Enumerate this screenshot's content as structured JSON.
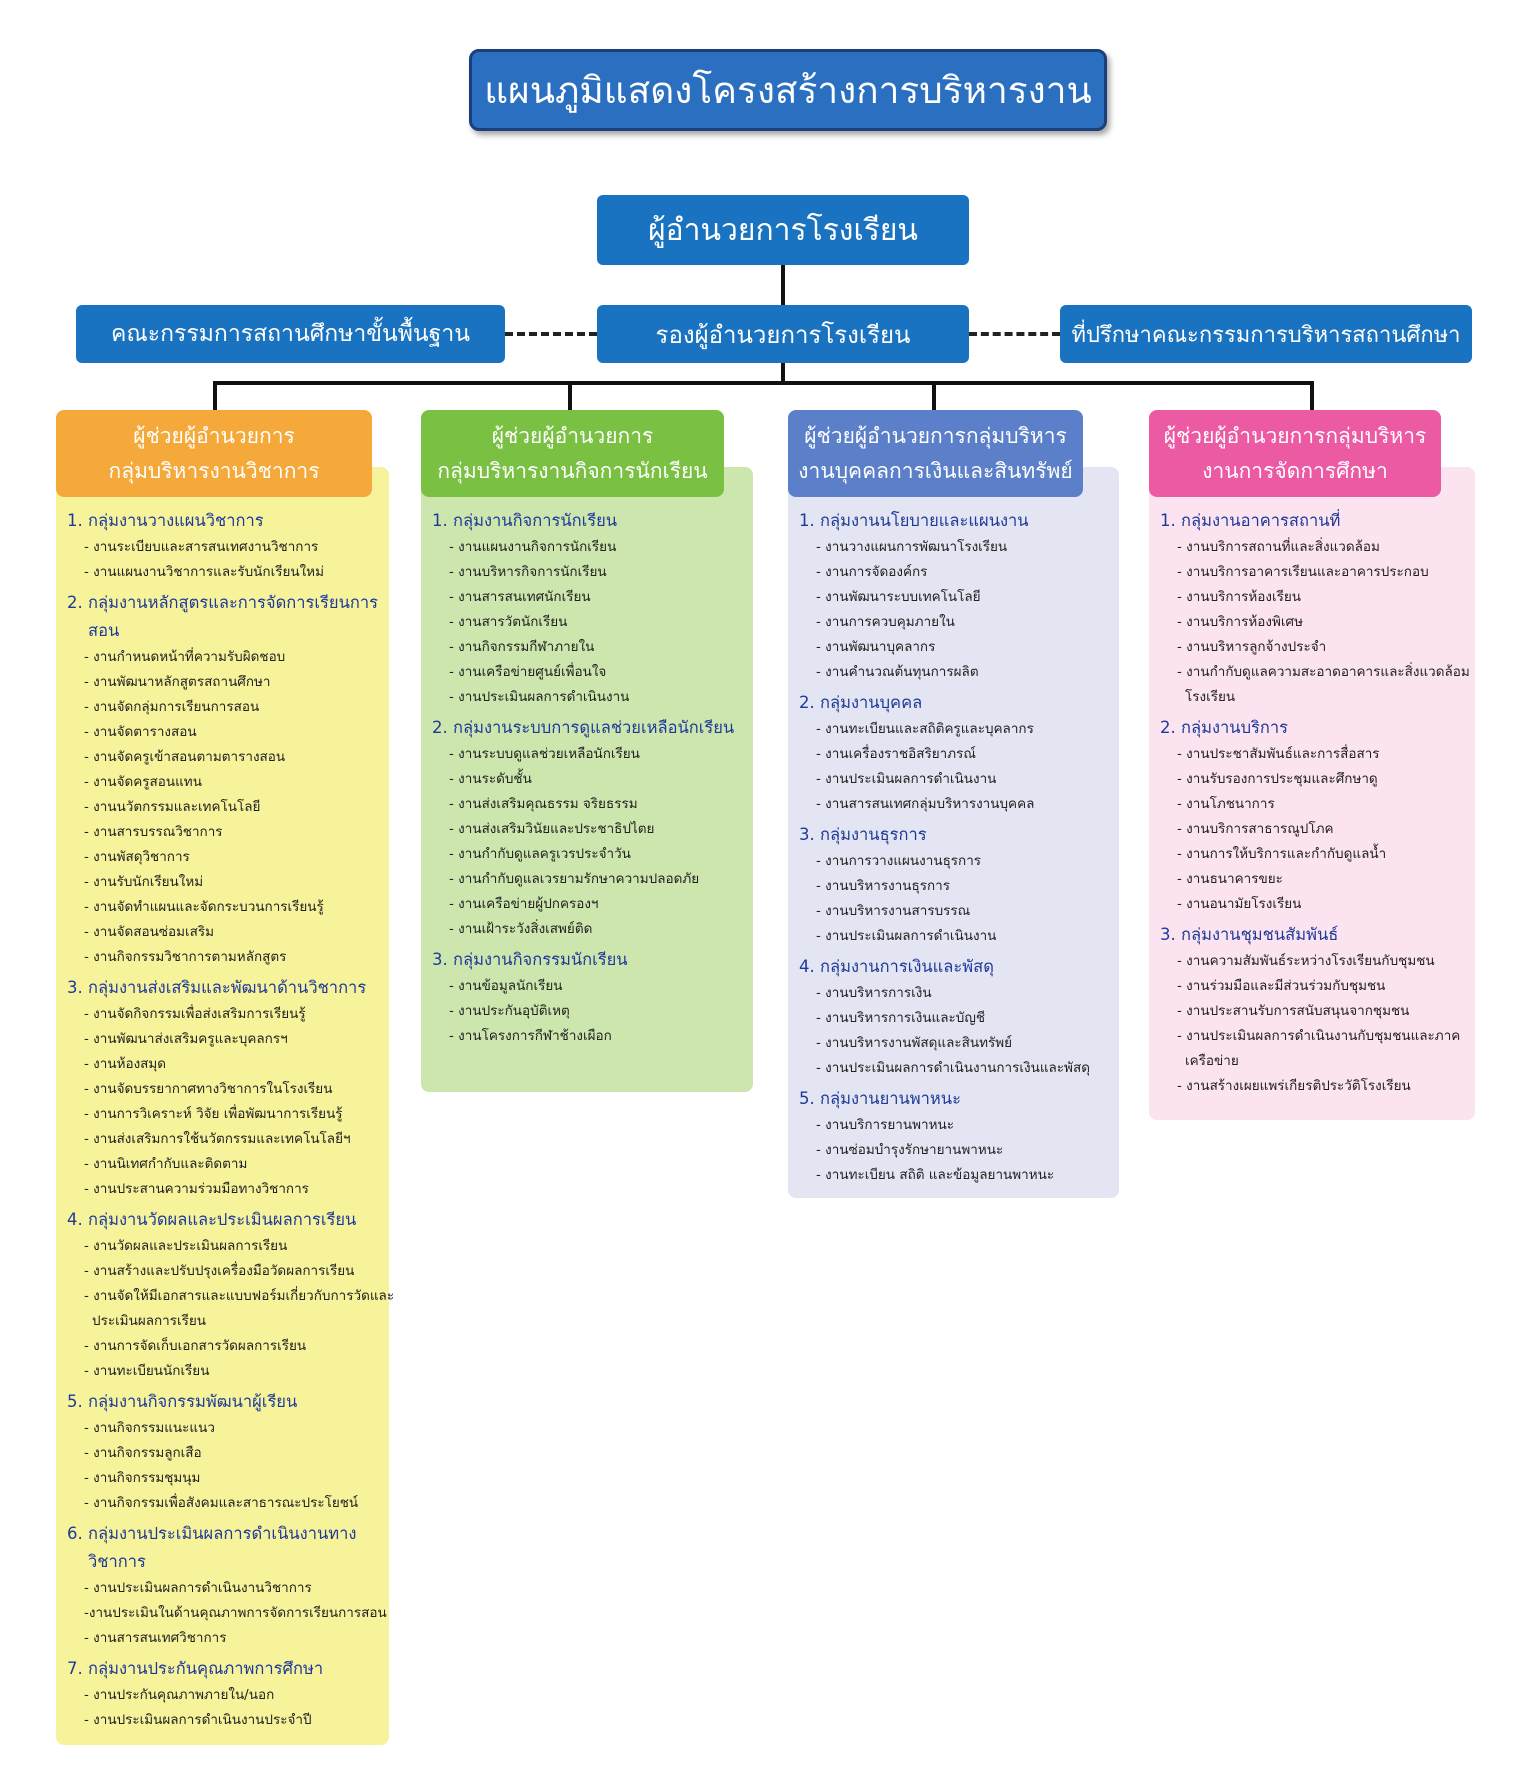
{
  "title": "แผนภูมิแสดงโครงสร้างการบริหารงาน",
  "director": "ผู้อำนวยการโรงเรียน",
  "deputy": "รองผู้อำนวยการโรงเรียน",
  "board": "คณะกรรมการสถานศึกษาขั้นพื้นฐาน",
  "advisor": "ที่ปรึกษาคณะกรรมการบริหารสถานศึกษา",
  "columns": [
    {
      "header": [
        "ผู้ช่วยผู้อำนวยการ",
        "กลุ่มบริหารงานวิชาการ"
      ],
      "header_color": "#f5a93a",
      "panel_color": "#f7f39a",
      "groups": [
        {
          "label": "1. กลุ่มงานวางแผนวิชาการ",
          "items": [
            "- งานระเบียบและสารสนเทศงานวิชาการ",
            "- งานแผนงานวิชาการและรับนักเรียนใหม่"
          ]
        },
        {
          "label": "2. กลุ่มงานหลักสูตรและการจัดการเรียนการสอน",
          "items": [
            "- งานกำหนดหน้าที่ความรับผิดชอบ",
            "- งานพัฒนาหลักสูตรสถานศึกษา",
            "- งานจัดกลุ่มการเรียนการสอน",
            "- งานจัดตารางสอน",
            "- งานจัดครูเข้าสอนตามตารางสอน",
            "- งานจัดครูสอนแทน",
            "- งานนวัตกรรมและเทคโนโลยี",
            "- งานสารบรรณวิชาการ",
            "- งานพัสดุวิชาการ",
            "- งานรับนักเรียนใหม่",
            "- งานจัดทำแผนและจัดกระบวนการเรียนรู้",
            "- งานจัดสอนซ่อมเสริม",
            "- งานกิจกรรมวิชาการตามหลักสูตร"
          ]
        },
        {
          "label": "3. กลุ่มงานส่งเสริมและพัฒนาด้านวิชาการ",
          "items": [
            "- งานจัดกิจกรรมเพื่อส่งเสริมการเรียนรู้",
            "- งานพัฒนาส่งเสริมครูและบุคลกรฯ",
            "- งานห้องสมุด",
            "- งานจัดบรรยากาศทางวิชาการในโรงเรียน",
            "- งานการวิเคราะห์ วิจัย เพื่อพัฒนาการเรียนรู้",
            "- งานส่งเสริมการใช้นวัตกรรมและเทคโนโลยีฯ",
            "- งานนิเทศกำกับและติดตาม",
            "- งานประสานความร่วมมือทางวิชาการ"
          ]
        },
        {
          "label": "4. กลุ่มงานวัดผลและประเมินผลการเรียน",
          "items": [
            "- งานวัดผลและประเมินผลการเรียน",
            "- งานสร้างและปรับปรุงเครื่องมือวัดผลการเรียน",
            "- งานจัดให้มีเอกสารและแบบฟอร์มเกี่ยวกับการวัดและประเมินผลการเรียน",
            "- งานการจัดเก็บเอกสารวัดผลการเรียน",
            "- งานทะเบียนนักเรียน"
          ]
        },
        {
          "label": "5. กลุ่มงานกิจกรรมพัฒนาผู้เรียน",
          "items": [
            "- งานกิจกรรมแนะแนว",
            "- งานกิจกรรมลูกเสือ",
            "- งานกิจกรรมชุมนุม",
            "- งานกิจกรรมเพื่อสังคมและสาธารณะประโยชน์"
          ]
        },
        {
          "label": "6. กลุ่มงานประเมินผลการดำเนินงานทางวิชาการ",
          "items": [
            "- งานประเมินผลการดำเนินงานวิชาการ",
            "-งานประเมินในด้านคุณภาพการจัดการเรียนการสอน",
            "- งานสารสนเทศวิชาการ"
          ]
        },
        {
          "label": "7. กลุ่มงานประกันคุณภาพการศึกษา",
          "items": [
            "- งานประกันคุณภาพภายใน/นอก",
            "- งานประเมินผลการดำเนินงานประจำปี"
          ]
        }
      ]
    },
    {
      "header": [
        "ผู้ช่วยผู้อำนวยการ",
        "กลุ่มบริหารงานกิจการนักเรียน"
      ],
      "header_color": "#7ac143",
      "panel_color": "#cde6ad",
      "groups": [
        {
          "label": "1. กลุ่มงานกิจการนักเรียน",
          "items": [
            "- งานแผนงานกิจการนักเรียน",
            "- งานบริหารกิจการนักเรียน",
            "- งานสารสนเทศนักเรียน",
            "- งานสารวัตนักเรียน",
            "- งานกิจกรรมกีฬาภายใน",
            "- งานเครือข่ายศูนย์เพื่อนใจ",
            "- งานประเมินผลการดำเนินงาน"
          ]
        },
        {
          "label": "2. กลุ่มงานระบบการดูแลช่วยเหลือนักเรียน",
          "items": [
            "- งานระบบดูแลช่วยเหลือนักเรียน",
            "- งานระดับชั้น",
            "- งานส่งเสริมคุณธรรม จริยธรรม",
            "- งานส่งเสริมวินัยและประชาธิปไตย",
            "- งานกำกับดูแลครูเวรประจำวัน",
            "- งานกำกับดูแลเวรยามรักษาความปลอดภัย",
            "- งานเครือข่ายผู้ปกครองฯ",
            "- งานเฝ้าระวังสิ่งเสพย์ติด"
          ]
        },
        {
          "label": "3. กลุ่มงานกิจกรรมนักเรียน",
          "items": [
            "- งานข้อมูลนักเรียน",
            "- งานประกันอุบัติเหตุ",
            "- งานโครงการกีฬาช้างเผือก"
          ]
        }
      ]
    },
    {
      "header": [
        "ผู้ช่วยผู้อำนวยการกลุ่มบริหาร",
        "งานบุคคลการเงินและสินทรัพย์"
      ],
      "header_color": "#5b7fc9",
      "panel_color": "#e3e5f3",
      "groups": [
        {
          "label": "1. กลุ่มงานนโยบายและแผนงาน",
          "items": [
            "- งานวางแผนการพัฒนาโรงเรียน",
            "- งานการจัดองค์กร",
            "- งานพัฒนาระบบเทคโนโลยี",
            "- งานการควบคุมภายใน",
            "- งานพัฒนาบุคลากร",
            "- งานคำนวณต้นทุนการผลิต"
          ]
        },
        {
          "label": "2. กลุ่มงานบุคคล",
          "items": [
            "- งานทะเบียนและสถิติครูและบุคลากร",
            "- งานเครื่องราชอิสริยาภรณ์",
            "- งานประเมินผลการดำเนินงาน",
            "- งานสารสนเทศกลุ่มบริหารงานบุคคล"
          ]
        },
        {
          "label": "3. กลุ่มงานธุรการ",
          "items": [
            "- งานการวางแผนงานธุรการ",
            "- งานบริหารงานธุรการ",
            "- งานบริหารงานสารบรรณ",
            "- งานประเมินผลการดำเนินงาน"
          ]
        },
        {
          "label": "4. กลุ่มงานการเงินและพัสดุ",
          "items": [
            "- งานบริหารการเงิน",
            "- งานบริหารการเงินและบัญชี",
            "- งานบริหารงานพัสดุและสินทรัพย์",
            "- งานประเมินผลการดำเนินงานการเงินและพัสดุ"
          ]
        },
        {
          "label": "5. กลุ่มงานยานพาหนะ",
          "items": [
            "- งานบริการยานพาหนะ",
            "- งานซ่อมบำรุงรักษายานพาหนะ",
            "- งานทะเบียน สถิติ และข้อมูลยานพาหนะ"
          ]
        }
      ]
    },
    {
      "header": [
        "ผู้ช่วยผู้อำนวยการกลุ่มบริหาร",
        "งานการจัดการศึกษา"
      ],
      "header_color": "#ec5aa3",
      "panel_color": "#fbe4ef",
      "groups": [
        {
          "label": "1. กลุ่มงานอาคารสถานที่",
          "items": [
            "- งานบริการสถานที่และสิ่งแวดล้อม",
            "- งานบริการอาคารเรียนและอาคารประกอบ",
            "- งานบริการห้องเรียน",
            "- งานบริการห้องพิเศษ",
            "- งานบริหารลูกจ้างประจำ",
            "- งานกำกับดูแลความสะอาดอาคารและสิ่งแวดล้อมโรงเรียน"
          ]
        },
        {
          "label": "2. กลุ่มงานบริการ",
          "items": [
            "- งานประชาสัมพันธ์และการสื่อสาร",
            "- งานรับรองการประชุมและศึกษาดู",
            "- งานโภชนาการ",
            "- งานบริการสาธารณูปโภค",
            "- งานการให้บริการและกำกับดูแลน้ำ",
            "- งานธนาคารขยะ",
            "- งานอนามัยโรงเรียน"
          ]
        },
        {
          "label": "3. กลุ่มงานชุมชนสัมพันธ์",
          "items": [
            "- งานความสัมพันธ์ระหว่างโรงเรียนกับชุมชน",
            "- งานร่วมมือและมีส่วนร่วมกับชุมชน",
            "- งานประสานรับการสนับสนุนจากชุมชน",
            "- งานประเมินผลการดำเนินงานกับชุมชนและภาคเครือข่าย",
            "- งานสร้างเผยแพร่เกียรติประวัติโรงเรียน"
          ]
        }
      ]
    }
  ]
}
